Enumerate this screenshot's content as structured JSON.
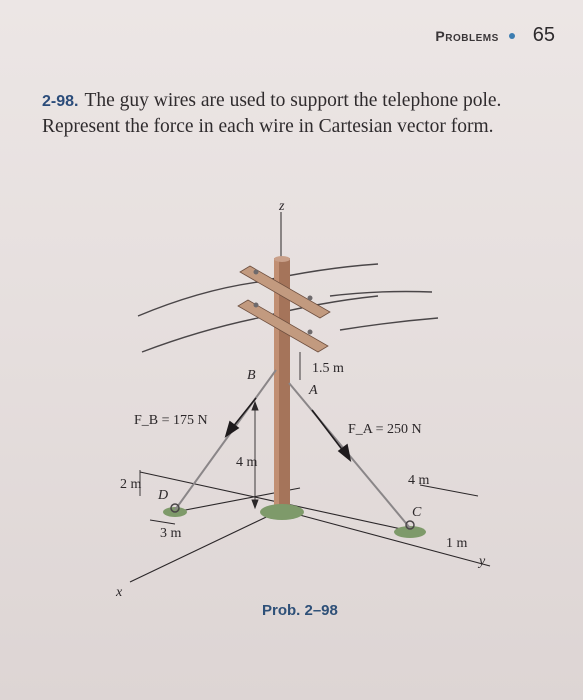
{
  "header": {
    "section": "Problems",
    "page_number": "65"
  },
  "problem": {
    "number": "2-98.",
    "text": "The guy wires are used to support the telephone pole. Represent the force in each wire in Cartesian vector form."
  },
  "figure": {
    "caption": "Prob. 2–98",
    "labels": {
      "z": "z",
      "x": "x",
      "y": "y",
      "B": "B",
      "A": "A",
      "C": "C",
      "D": "D",
      "dim_1_5": "1.5 m",
      "dim_4_vert": "4 m",
      "dim_2": "2 m",
      "dim_3": "3 m",
      "dim_4_horiz": "4 m",
      "dim_1": "1 m",
      "force_B": "F_B = 175 N",
      "force_A": "F_A = 250 N"
    }
  },
  "colors": {
    "pole": "#a5745a",
    "arm": "#c29a7f",
    "ground_pad": "#7e9a6a",
    "caption": "#2e5078"
  }
}
